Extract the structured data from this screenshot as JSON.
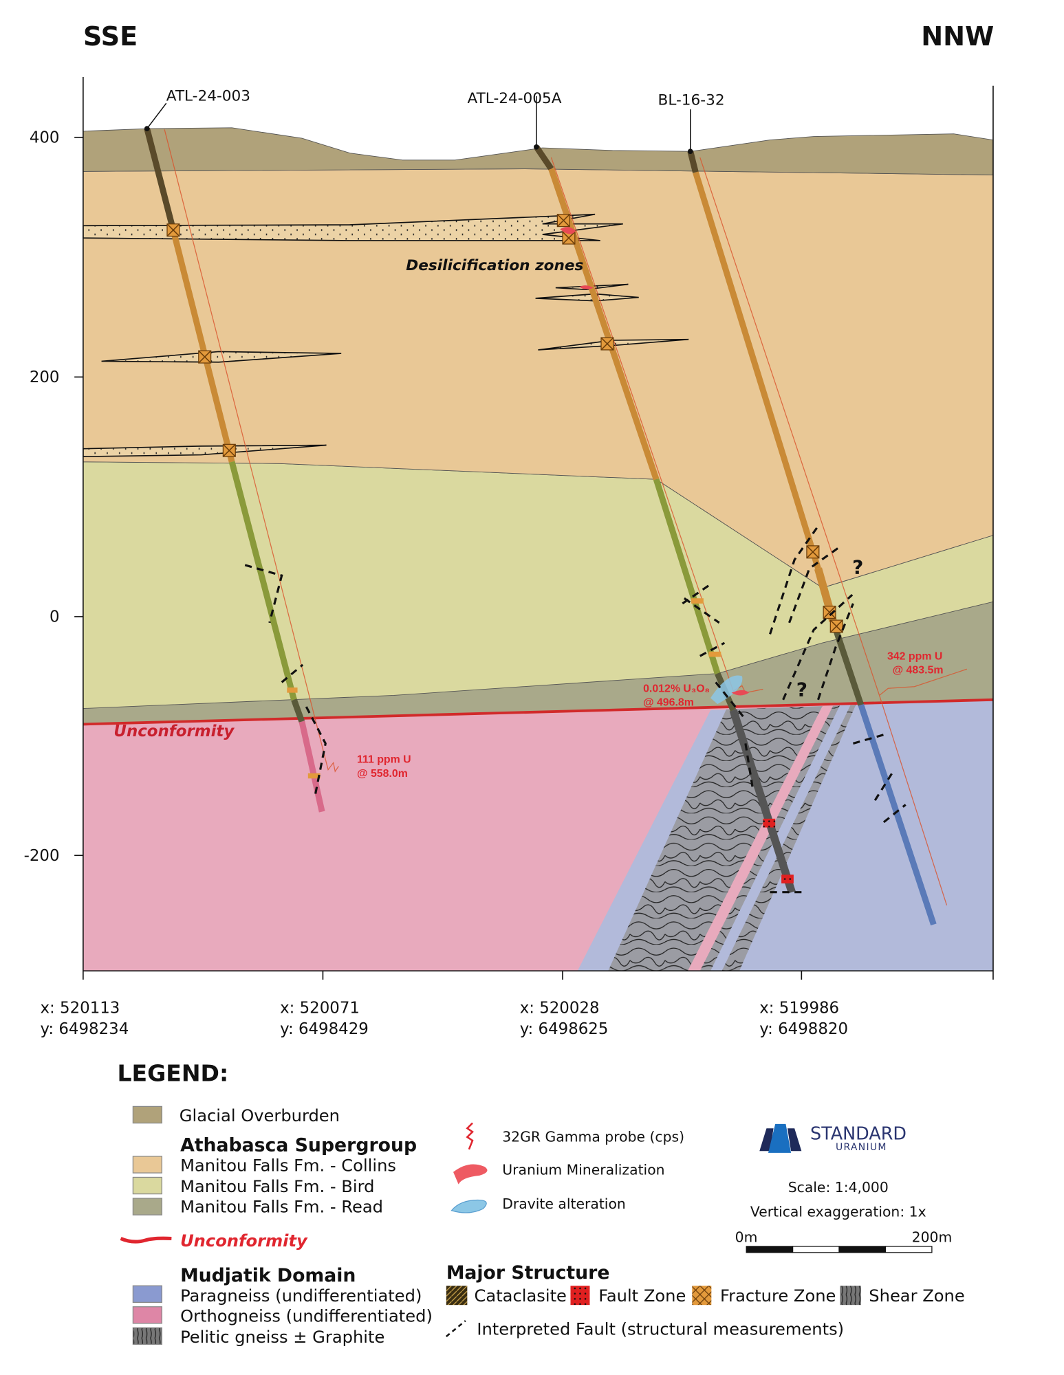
{
  "header": {
    "left_direction": "SSE",
    "right_direction": "NNW"
  },
  "drillholes": [
    {
      "name": "ATL-24-003"
    },
    {
      "name": "ATL-24-005A"
    },
    {
      "name": "BL-16-32"
    }
  ],
  "y_axis": {
    "ticks": [
      "400",
      "200",
      "0",
      "-200"
    ]
  },
  "x_axis": {
    "stations": [
      {
        "x": "x: 520113",
        "y": "y: 6498234"
      },
      {
        "x": "x: 520071",
        "y": "y: 6498429"
      },
      {
        "x": "x: 520028",
        "y": "y: 6498625"
      },
      {
        "x": "x: 519986",
        "y": "y: 6498820"
      }
    ]
  },
  "annotations": {
    "desilicification": "Desilicification zones",
    "unconformity": "Unconformity",
    "assay_1_line1": "111 ppm U",
    "assay_1_line2": "@ 558.0m",
    "assay_2_line1": "0.012% U₃O₈",
    "assay_2_line2": "@ 496.8m",
    "assay_3_line1": "342 ppm U",
    "assay_3_line2": "@ 483.5m",
    "question_mark": "?"
  },
  "legend": {
    "title": "LEGEND:",
    "glacial": "Glacial Overburden",
    "athabasca_header": "Athabasca Supergroup",
    "collins": "Manitou Falls Fm. - Collins",
    "bird": "Manitou Falls Fm. - Bird",
    "read": "Manitou Falls Fm. - Read",
    "unconformity": "Unconformity",
    "mudjatik_header": "Mudjatik Domain",
    "paragneiss": "Paragneiss (undifferentiated)",
    "orthogneiss": "Orthogneiss (undifferentiated)",
    "pelitic": "Pelitic gneiss ± Graphite",
    "gamma": "32GR Gamma probe (cps)",
    "uranium": "Uranium Mineralization",
    "dravite": "Dravite alteration",
    "structure_header": "Major Structure",
    "cataclasite": "Cataclasite",
    "fault_zone": "Fault Zone",
    "fracture_zone": "Fracture Zone",
    "shear_zone": "Shear Zone",
    "interpreted_fault": "Interpreted Fault (structural measurements)"
  },
  "logo": {
    "name": "STANDARD",
    "sub": "URANIUM"
  },
  "scale": {
    "ratio": "Scale: 1:4,000",
    "exaggeration": "Vertical exaggeration: 1x",
    "start": "0m",
    "end": "200m"
  },
  "colors": {
    "overburden": "#b0a27a",
    "collins": "#e9c896",
    "bird": "#dad99f",
    "read": "#a9a98a",
    "paragneiss": "#b2bada",
    "orthogneiss": "#e8aabd",
    "unconformity": "#d12a2a",
    "accent_red": "#e0262f"
  }
}
